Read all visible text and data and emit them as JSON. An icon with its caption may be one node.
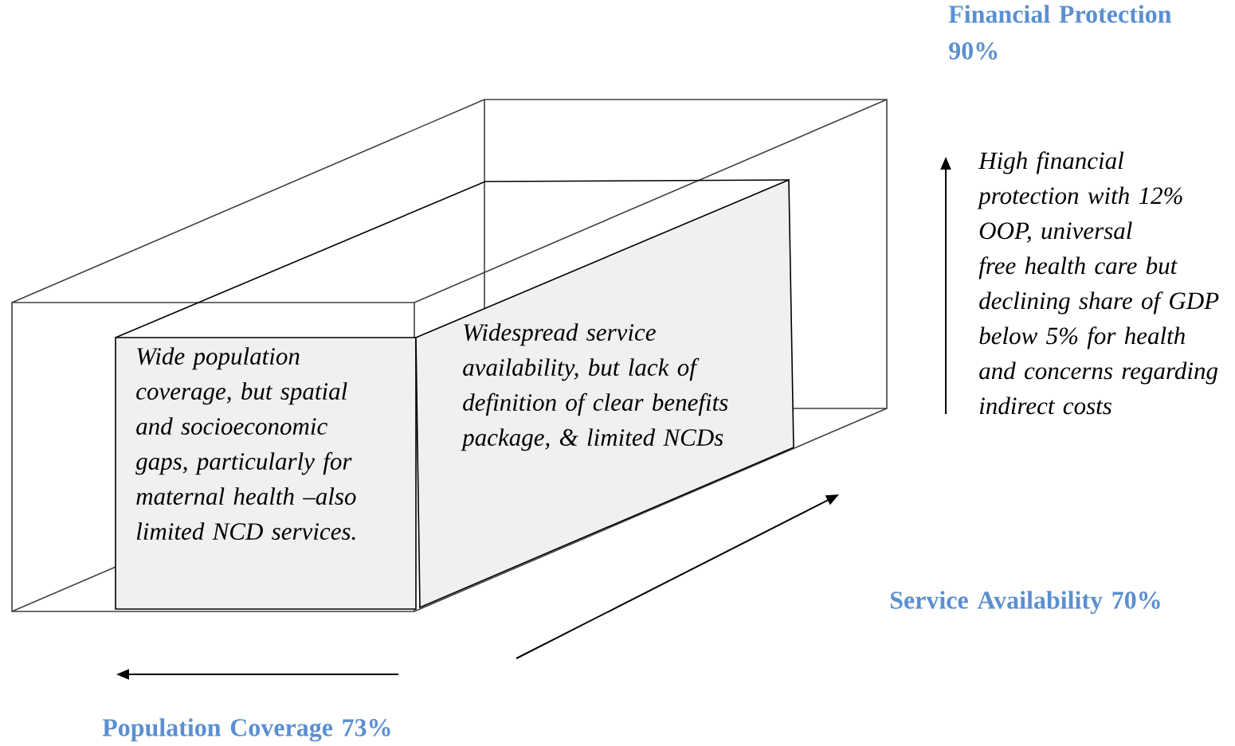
{
  "diagram": {
    "nodes": [
      {
        "text": [
          "Wide population coverage, but spatial and socioeconomic gaps, particularly for maternal health –also limited NCD services."
        ]
      },
      {
        "text": [
          "Widespread service availability, but lack of definition of clear benefits package, & limited NCDs"
        ]
      }
    ],
    "edges": [],
    "labels": [
      "Financial Protection 90%",
      "High financial protection with 12% OOP, universal free health care  but declining share of GDP below 5% for health and concerns regarding indirect costs",
      "Service Availability 70%",
      "Population Coverage 73%"
    ]
  }
}
